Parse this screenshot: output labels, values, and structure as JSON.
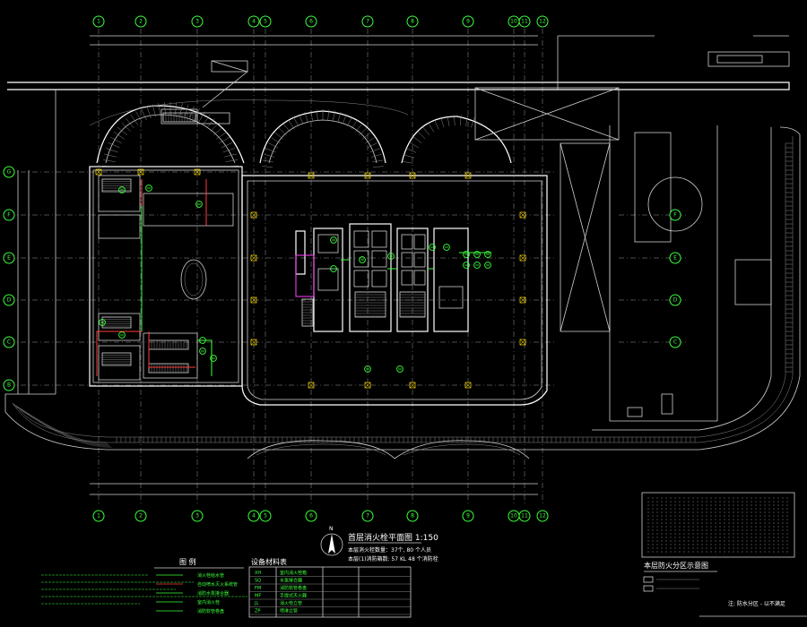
{
  "drawing": {
    "title": "首层消火栓平面图 1:150",
    "notes": [
      "本层消火栓数量：37个, 80 个人员",
      "本层(1)消防箱数: 57 KL 48 个消防栓"
    ],
    "zone_diagram_label": "本层防火分区示意图",
    "footnote": "注: 防水分区 - 以不满足"
  },
  "axis_labels": {
    "top": [
      "1",
      "2",
      "3",
      "4",
      "5",
      "6",
      "7",
      "8",
      "9",
      "10",
      "11",
      "12"
    ],
    "left": [
      "G",
      "F",
      "E",
      "D",
      "C",
      "B"
    ],
    "right": [
      "F",
      "E",
      "D",
      "C"
    ]
  },
  "legend_left": {
    "header": "图 例",
    "items": [
      "消火栓给水管",
      "自动喷水灭火系统管",
      "消防水泵接合器",
      "室内消火栓",
      "消防软管卷盘"
    ]
  },
  "legend_right": {
    "header": "设备材料表",
    "rows": [
      {
        "code": "XH",
        "name": "室内消火栓箱"
      },
      {
        "code": "SQ",
        "name": "水泵接合器"
      },
      {
        "code": "FM",
        "name": "消防软管卷盘"
      },
      {
        "code": "MF",
        "name": "手提式灭火器"
      },
      {
        "code": "JL",
        "name": "消火栓立管"
      },
      {
        "code": "ZP",
        "name": "喷淋立管"
      }
    ]
  },
  "colors": {
    "background": "#000000",
    "axis_bubble": "#3cff3c",
    "hydrant": "#3cff3c",
    "fire_pipe": "#ff3c3c",
    "special_room": "#ff40ff",
    "lines": "#cfcfcf"
  }
}
